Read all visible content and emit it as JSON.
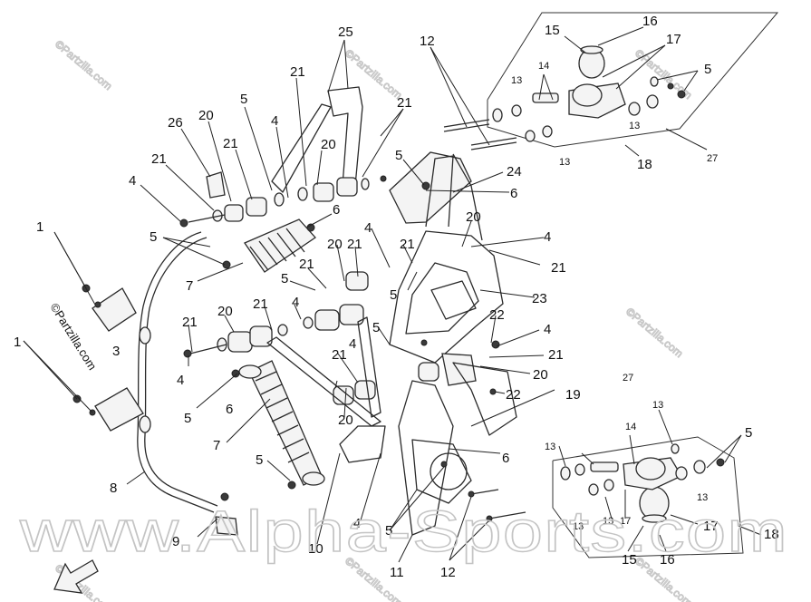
{
  "watermarks": {
    "site": "www.Alpha-Sports.com",
    "copyright": "©Partzilla.com"
  },
  "callouts": [
    {
      "id": "c25",
      "label": "25"
    },
    {
      "id": "c12a",
      "label": "12"
    },
    {
      "id": "c16a",
      "label": "16"
    },
    {
      "id": "c15a",
      "label": "15"
    },
    {
      "id": "c17a",
      "label": "17"
    },
    {
      "id": "c5a",
      "label": "5"
    },
    {
      "id": "c13a",
      "label": "13"
    },
    {
      "id": "c14a",
      "label": "14"
    },
    {
      "id": "c13b",
      "label": "13"
    },
    {
      "id": "c13c",
      "label": "13"
    },
    {
      "id": "c18a",
      "label": "18"
    },
    {
      "id": "c27a",
      "label": "27"
    },
    {
      "id": "c21a",
      "label": "21"
    },
    {
      "id": "c5b",
      "label": "5"
    },
    {
      "id": "c4a",
      "label": "4"
    },
    {
      "id": "c21b",
      "label": "21"
    },
    {
      "id": "c26",
      "label": "26"
    },
    {
      "id": "c20a",
      "label": "20"
    },
    {
      "id": "c21c",
      "label": "21"
    },
    {
      "id": "c20b",
      "label": "20"
    },
    {
      "id": "c5c",
      "label": "5"
    },
    {
      "id": "c24",
      "label": "24"
    },
    {
      "id": "c6a",
      "label": "6"
    },
    {
      "id": "c21d",
      "label": "21"
    },
    {
      "id": "c4b",
      "label": "4"
    },
    {
      "id": "c5d",
      "label": "5"
    },
    {
      "id": "c6b",
      "label": "6"
    },
    {
      "id": "c4c",
      "label": "4"
    },
    {
      "id": "c20c",
      "label": "20"
    },
    {
      "id": "c4d",
      "label": "4"
    },
    {
      "id": "c20d",
      "label": "20"
    },
    {
      "id": "c21e",
      "label": "21"
    },
    {
      "id": "c21f",
      "label": "21"
    },
    {
      "id": "c21g",
      "label": "21"
    },
    {
      "id": "c7a",
      "label": "7"
    },
    {
      "id": "c5e",
      "label": "5"
    },
    {
      "id": "c21h",
      "label": "21"
    },
    {
      "id": "c5f",
      "label": "5"
    },
    {
      "id": "c23",
      "label": "23"
    },
    {
      "id": "c21i",
      "label": "21"
    },
    {
      "id": "c4e",
      "label": "4"
    },
    {
      "id": "c20e",
      "label": "20"
    },
    {
      "id": "c21j",
      "label": "21"
    },
    {
      "id": "c4f",
      "label": "4"
    },
    {
      "id": "c22a",
      "label": "22"
    },
    {
      "id": "c4g",
      "label": "4"
    },
    {
      "id": "c1a",
      "label": "1"
    },
    {
      "id": "c3a",
      "label": "3"
    },
    {
      "id": "c21k",
      "label": "21"
    },
    {
      "id": "c4h",
      "label": "4"
    },
    {
      "id": "c5g",
      "label": "5"
    },
    {
      "id": "c21l",
      "label": "21"
    },
    {
      "id": "c20f",
      "label": "20"
    },
    {
      "id": "c1b",
      "label": "1"
    },
    {
      "id": "c6c",
      "label": "6"
    },
    {
      "id": "c22b",
      "label": "22"
    },
    {
      "id": "c19",
      "label": "19"
    },
    {
      "id": "c5h",
      "label": "5"
    },
    {
      "id": "c20g",
      "label": "20"
    },
    {
      "id": "c7b",
      "label": "7"
    },
    {
      "id": "c6d",
      "label": "6"
    },
    {
      "id": "c27b",
      "label": "27"
    },
    {
      "id": "c13d",
      "label": "13"
    },
    {
      "id": "c5i",
      "label": "5"
    },
    {
      "id": "c14b",
      "label": "14"
    },
    {
      "id": "c13e",
      "label": "13"
    },
    {
      "id": "c8",
      "label": "8"
    },
    {
      "id": "c5j",
      "label": "5"
    },
    {
      "id": "c13f",
      "label": "13"
    },
    {
      "id": "c13g",
      "label": "13"
    },
    {
      "id": "c9",
      "label": "9"
    },
    {
      "id": "c10",
      "label": "10"
    },
    {
      "id": "c4i",
      "label": "4"
    },
    {
      "id": "c5k",
      "label": "5"
    },
    {
      "id": "c11",
      "label": "11"
    },
    {
      "id": "c12b",
      "label": "12"
    },
    {
      "id": "c13h",
      "label": "13"
    },
    {
      "id": "c17b",
      "label": "17"
    },
    {
      "id": "c17c",
      "label": "17"
    },
    {
      "id": "c18b",
      "label": "18"
    },
    {
      "id": "c15b",
      "label": "15"
    },
    {
      "id": "c16b",
      "label": "16"
    }
  ]
}
